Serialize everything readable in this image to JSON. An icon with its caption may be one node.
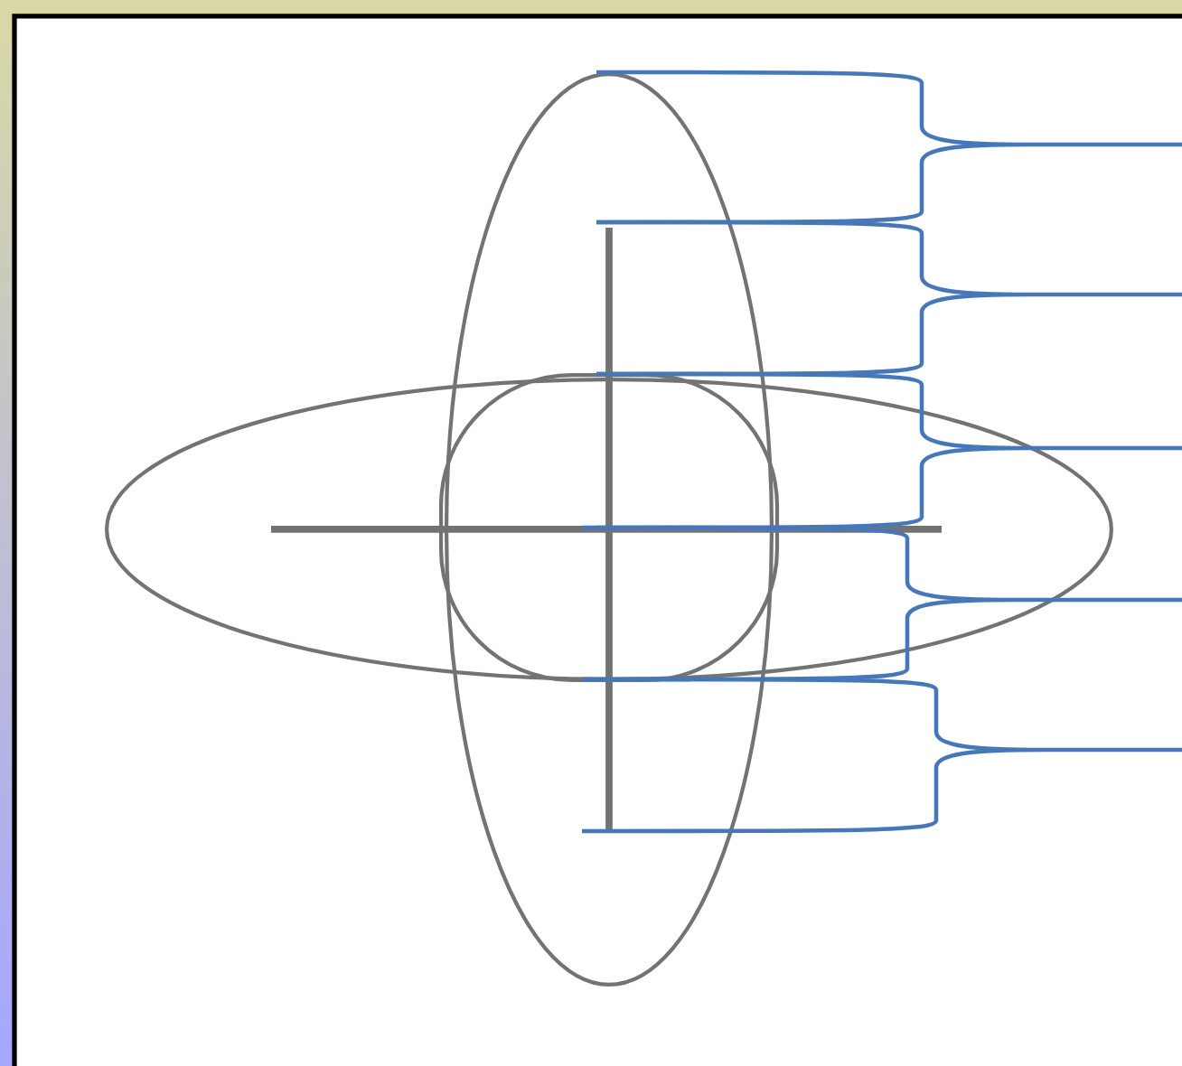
{
  "diagram": {
    "nodes": [
      {
        "text": [],
        "shape": "ellipse"
      },
      {
        "text": [],
        "shape": "ellipse"
      },
      {
        "text": [],
        "shape": "circle"
      }
    ]
  }
}
